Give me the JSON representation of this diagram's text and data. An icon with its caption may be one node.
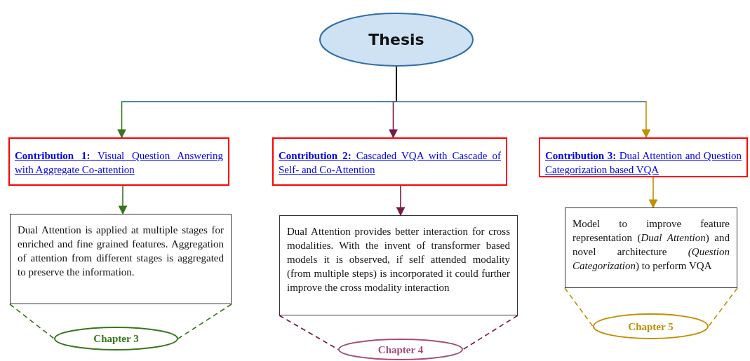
{
  "diagram": {
    "nodes": [
      {
        "text": [
          "Thesis"
        ]
      },
      {
        "text": [
          "**Contribution 1:** Visual Question Answering with Aggregate Co-attention"
        ]
      },
      {
        "text": [
          "Dual Attention is applied at multiple stages for enriched and fine grained features. Aggregation of attention from different stages is aggregated to preserve the information."
        ]
      },
      {
        "text": [
          "Chapter 3"
        ]
      },
      {
        "text": [
          "**Contribution 2:** Cascaded VQA with Cascade of Self- and Co-Attention"
        ]
      },
      {
        "text": [
          "Dual Attention provides better interaction for cross modalities. With the invent of transformer based models it is observed, if self attended modality (from multiple steps) is incorporated it could further improve the cross modality interaction"
        ]
      },
      {
        "text": [
          "Chapter 4"
        ]
      },
      {
        "text": [
          "**Contribution 3:** Dual Attention and Question Categorization based VQA"
        ]
      },
      {
        "text": [
          "Model to improve feature representation (*Dual Attention*) and novel architecture *(Question Categorization*) to perform VQA"
        ]
      },
      {
        "text": [
          "Chapter 5"
        ]
      }
    ],
    "edges": [
      {
        "from": 0,
        "to": 1,
        "arrow": "to",
        "color": "#38761d"
      },
      {
        "from": 1,
        "to": 2,
        "arrow": "to",
        "color": "#38761d"
      },
      {
        "from": 2,
        "to": 3,
        "arrow": "none",
        "style": "dashed",
        "color": "#38761d"
      },
      {
        "from": 2,
        "to": 3,
        "arrow": "none",
        "style": "dashed",
        "color": "#38761d"
      },
      {
        "from": 0,
        "to": 4,
        "arrow": "to",
        "color": "#741b47"
      },
      {
        "from": 4,
        "to": 5,
        "arrow": "to",
        "color": "#741b47"
      },
      {
        "from": 5,
        "to": 6,
        "arrow": "none",
        "style": "dashed",
        "color": "#741b47"
      },
      {
        "from": 5,
        "to": 6,
        "arrow": "none",
        "style": "dashed",
        "color": "#741b47"
      },
      {
        "from": 0,
        "to": 7,
        "arrow": "to",
        "color": "#bf9000"
      },
      {
        "from": 7,
        "to": 8,
        "arrow": "to",
        "color": "#bf9000"
      },
      {
        "from": 8,
        "to": 9,
        "arrow": "none",
        "style": "dashed",
        "color": "#bf9000"
      },
      {
        "from": 8,
        "to": 9,
        "arrow": "none",
        "style": "dashed",
        "color": "#bf9000"
      }
    ]
  }
}
